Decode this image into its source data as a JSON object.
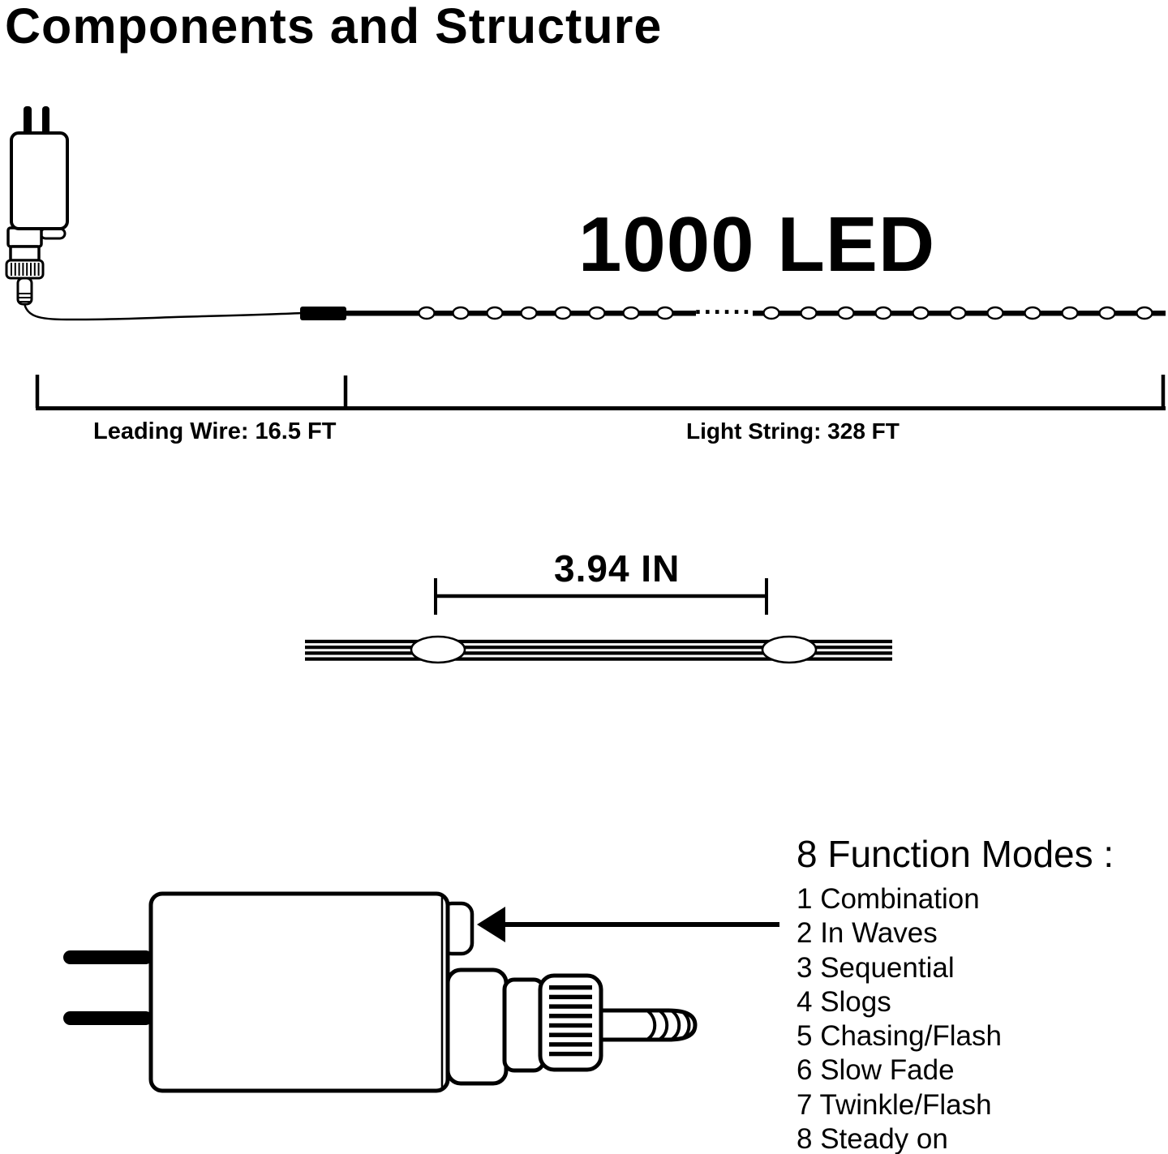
{
  "title": "Components and Structure",
  "colors": {
    "ink": "#000000",
    "background": "#ffffff"
  },
  "top_diagram": {
    "led_count_label": "1000 LED",
    "continuation_dots": "......",
    "leading_wire_label": "Leading Wire: 16.5 FT",
    "light_string_label": "Light String: 328 FT"
  },
  "spacing_diagram": {
    "spacing_label": "3.94 IN"
  },
  "function_modes": {
    "heading": "8 Function Modes :",
    "items": [
      "1 Combination",
      "2 In Waves",
      "3 Sequential",
      "4 Slogs",
      "5 Chasing/Flash",
      "6 Slow Fade",
      "7 Twinkle/Flash",
      "8 Steady on"
    ]
  }
}
